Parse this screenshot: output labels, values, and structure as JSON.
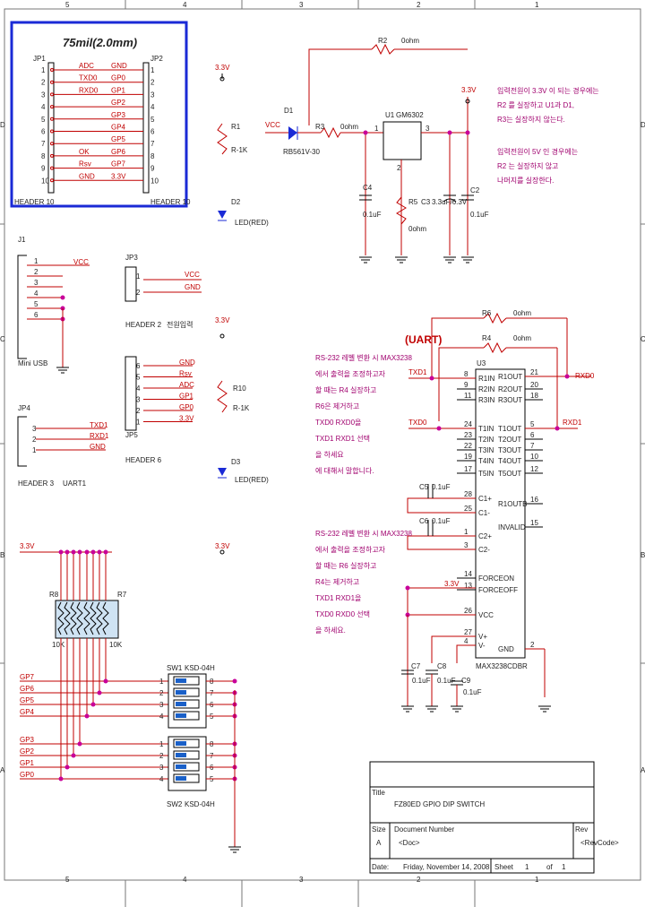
{
  "border": {
    "columns_top": [
      "5",
      "4",
      "3",
      "2",
      "1"
    ],
    "columns_bottom": [
      "5",
      "4",
      "3",
      "2",
      "1"
    ],
    "rows_left": [
      "D",
      "C",
      "B",
      "A"
    ],
    "rows_right": [
      "D",
      "C",
      "B",
      "A"
    ]
  },
  "note_box": {
    "title": "75mil(2.0mm)"
  },
  "jp1": {
    "ref": "JP1",
    "part": "HEADER 10",
    "pins": [
      "1",
      "2",
      "3",
      "4",
      "5",
      "6",
      "7",
      "8",
      "9",
      "10"
    ],
    "signals": [
      "ADC",
      "TXD0",
      "RXD0",
      "",
      "",
      "",
      "",
      "OK",
      "Rsv",
      "GND"
    ]
  },
  "jp2": {
    "ref": "JP2",
    "part": "HEADER 10",
    "pins": [
      "1",
      "2",
      "3",
      "4",
      "5",
      "6",
      "7",
      "8",
      "9",
      "10"
    ],
    "signals": [
      "GND",
      "GP0",
      "GP1",
      "GP2",
      "GP3",
      "GP4",
      "GP5",
      "GP6",
      "GP7",
      "3.3V"
    ]
  },
  "power": {
    "v33_a": "3.3V",
    "v33_b": "3.3V",
    "v33_c": "3.3V",
    "v33_d": "3.3V",
    "vcc": "VCC"
  },
  "r1": {
    "ref": "R1",
    "value": "R-1K"
  },
  "d2": {
    "ref": "D2",
    "part": "LED(RED)"
  },
  "d1": {
    "ref": "D1",
    "part": "RB561V-30"
  },
  "r2": {
    "ref": "R2",
    "value": "0ohm"
  },
  "r3": {
    "ref": "R3",
    "value": "0ohm"
  },
  "u1": {
    "ref": "U1",
    "part": "GM6302",
    "pin1": "1",
    "pin2": "2",
    "pin3": "3"
  },
  "c4": {
    "ref": "C4",
    "value": "0.1uF"
  },
  "c2": {
    "ref": "C2",
    "value": "0.1uF"
  },
  "c3": {
    "ref": "C3",
    "value": "3.3uF/6.3V"
  },
  "r5": {
    "ref": "R5",
    "value": "0ohm"
  },
  "note_korean_1": [
    "입력전원이 3.3V 이 되는 경우에는",
    "R2 를 실장하고 U1과 D1,",
    "R3는 실장하지 않는다."
  ],
  "note_korean_2": [
    "입력전원이 5V 인 경우에는",
    "R2 는 실장하지 않고",
    "나머지를 실장한다."
  ],
  "j1": {
    "ref": "J1",
    "part": "Mini USB",
    "pins": [
      "1",
      "2",
      "3",
      "4",
      "5",
      "6"
    ],
    "net": "VCC"
  },
  "jp3": {
    "ref": "JP3",
    "part": "HEADER 2",
    "pins": [
      "1",
      "2"
    ],
    "signals": [
      "VCC",
      "GND"
    ],
    "note": "전원입력"
  },
  "jp5": {
    "ref": "JP5",
    "part": "HEADER 6",
    "pins": [
      "6",
      "5",
      "4",
      "3",
      "2",
      "1"
    ],
    "signals": [
      "GND",
      "Rsv",
      "ADC",
      "GP1",
      "GP0",
      "3.3V"
    ]
  },
  "r10": {
    "ref": "R10",
    "value": "R-1K"
  },
  "d3": {
    "ref": "D3",
    "part": "LED(RED)"
  },
  "jp4": {
    "ref": "JP4",
    "part": "HEADER 3",
    "pins": [
      "3",
      "2",
      "1"
    ],
    "signals": [
      "TXD1",
      "RXD1",
      "GND"
    ],
    "note": "UART1"
  },
  "uart": {
    "label": "(UART)"
  },
  "u3": {
    "ref": "U3",
    "part": "MAX3238CDBR",
    "left_pins": [
      {
        "num": "8",
        "name": "R1IN"
      },
      {
        "num": "9",
        "name": "R2IN"
      },
      {
        "num": "11",
        "name": "R3IN"
      },
      {
        "num": "24",
        "name": "T1IN"
      },
      {
        "num": "23",
        "name": "T2IN"
      },
      {
        "num": "22",
        "name": "T3IN"
      },
      {
        "num": "19",
        "name": "T4IN"
      },
      {
        "num": "17",
        "name": "T5IN"
      },
      {
        "num": "28",
        "name": "C1+"
      },
      {
        "num": "25",
        "name": "C1-"
      },
      {
        "num": "1",
        "name": "C2+"
      },
      {
        "num": "3",
        "name": "C2-"
      },
      {
        "num": "14",
        "name": "FORCEON"
      },
      {
        "num": "13",
        "name": "FORCEOFF"
      },
      {
        "num": "26",
        "name": "VCC"
      },
      {
        "num": "27",
        "name": "V+"
      },
      {
        "num": "4",
        "name": "V-"
      }
    ],
    "right_pins": [
      {
        "num": "21",
        "name": "R1OUT"
      },
      {
        "num": "20",
        "name": "R2OUT"
      },
      {
        "num": "18",
        "name": "R3OUT"
      },
      {
        "num": "5",
        "name": "T1OUT"
      },
      {
        "num": "6",
        "name": "T2OUT"
      },
      {
        "num": "7",
        "name": "T3OUT"
      },
      {
        "num": "10",
        "name": "T4OUT"
      },
      {
        "num": "12",
        "name": "T5OUT"
      },
      {
        "num": "16",
        "name": "R1OUTB"
      },
      {
        "num": "15",
        "name": "INVALID"
      },
      {
        "num": "2",
        "name": "GND"
      }
    ]
  },
  "net_labels": {
    "txd1": "TXD1",
    "txd0": "TXD0",
    "rxd0": "RXD0",
    "rxd1": "RXD1",
    "v33_force": "3.3V"
  },
  "r6": {
    "ref": "R6",
    "value": "0ohm"
  },
  "r4": {
    "ref": "R4",
    "value": "0ohm"
  },
  "c5": {
    "ref": "C5",
    "value": "0.1uF"
  },
  "c6": {
    "ref": "C6",
    "value": "0.1uF"
  },
  "c7": {
    "ref": "C7",
    "value": "0.1uF"
  },
  "c8": {
    "ref": "C8",
    "value": "0.1uF"
  },
  "c9": {
    "ref": "C9",
    "value": "0.1uF"
  },
  "note_korean_3": [
    "RS-232 레벨 변환 시 MAX3238",
    "에서 출력을 조정하고자",
    "할 때는 R4 실장하고",
    "R6은 제거하고",
    "TXD0 RXD0을",
    "TXD1 RXD1 선택",
    "을 하세요",
    "에 대해서 말합니다."
  ],
  "note_korean_4": [
    "RS-232 레벨 변환 시 MAX3238",
    "에서 출력을 조정하고자",
    "할 때는 R6 실장하고",
    "R4는 제거하고",
    "TXD1 RXD1을",
    "TXD0 RXD0 선택",
    "을 하세요."
  ],
  "rn": {
    "ref_left": "R8",
    "ref_right": "R7",
    "value": "10K",
    "value_right": "10K"
  },
  "gpio": {
    "labels": [
      "GP7",
      "GP6",
      "GP5",
      "GP4",
      "GP3",
      "GP2",
      "GP1",
      "GP0"
    ]
  },
  "sw1": {
    "ref": "SW1",
    "part": "KSD-04H",
    "left_pins": [
      "1",
      "2",
      "3",
      "4"
    ],
    "right_pins": [
      "8",
      "7",
      "6",
      "5"
    ]
  },
  "sw2": {
    "ref": "SW2",
    "part": "KSD-04H",
    "left_pins": [
      "1",
      "2",
      "3",
      "4"
    ],
    "right_pins": [
      "8",
      "7",
      "6",
      "5"
    ]
  },
  "title_block": {
    "title_label": "Title",
    "title": "FZ80ED GPIO DIP SWITCH",
    "size_label": "Size",
    "size": "A",
    "docnum_label": "Document Number",
    "docnum": "<Doc>",
    "rev_label": "Rev",
    "rev": "<RevCode>",
    "date_label": "Date:",
    "date": "Friday, November 14, 2008",
    "sheet_label": "Sheet",
    "sheet": "1",
    "of_label": "of",
    "of": "1"
  }
}
